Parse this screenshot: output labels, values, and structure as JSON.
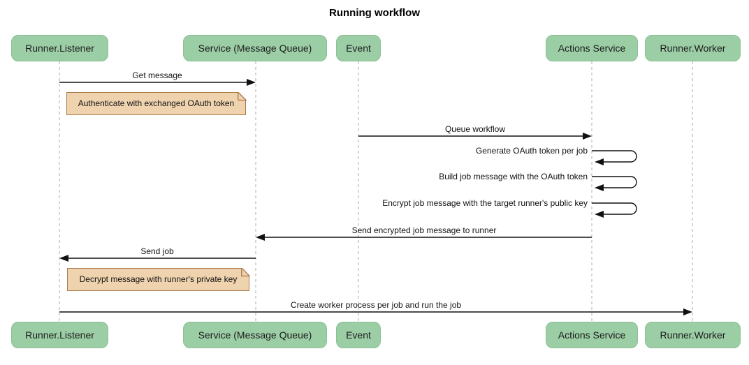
{
  "diagram": {
    "title": "Running workflow",
    "type": "sequence-diagram"
  },
  "participants": [
    {
      "label": "Runner.Listener"
    },
    {
      "label": "Service (Message Queue)"
    },
    {
      "label": "Event"
    },
    {
      "label": "Actions Service"
    },
    {
      "label": "Runner.Worker"
    }
  ],
  "messages": [
    {
      "text": "Get message",
      "from": "Runner.Listener",
      "to": "Service (Message Queue)",
      "self": false
    },
    {
      "text": "Queue workflow",
      "from": "Event",
      "to": "Actions Service",
      "self": false
    },
    {
      "text": "Generate OAuth token per job",
      "from": "Actions Service",
      "to": "Actions Service",
      "self": true
    },
    {
      "text": "Build job message with the OAuth token",
      "from": "Actions Service",
      "to": "Actions Service",
      "self": true
    },
    {
      "text": "Encrypt job message with the target runner's public key",
      "from": "Actions Service",
      "to": "Actions Service",
      "self": true
    },
    {
      "text": "Send encrypted job message to runner",
      "from": "Actions Service",
      "to": "Service (Message Queue)",
      "self": false
    },
    {
      "text": "Send job",
      "from": "Service (Message Queue)",
      "to": "Runner.Listener",
      "self": false
    },
    {
      "text": "Create worker process per job and run the job",
      "from": "Runner.Listener",
      "to": "Runner.Worker",
      "self": false
    }
  ],
  "notes": [
    {
      "text": "Authenticate with exchanged OAuth token",
      "over": "Runner.Listener"
    },
    {
      "text": "Decrypt message with runner's private key",
      "over": "Runner.Listener"
    }
  ],
  "colors": {
    "participant_fill": "#9CCEA6",
    "participant_border": "#8CC094",
    "note_fill": "#EFD3AE",
    "note_border": "#AA7A4C",
    "lifeline": "#ADADAD",
    "arrow": "#111111",
    "background": "#FFFFFF"
  }
}
